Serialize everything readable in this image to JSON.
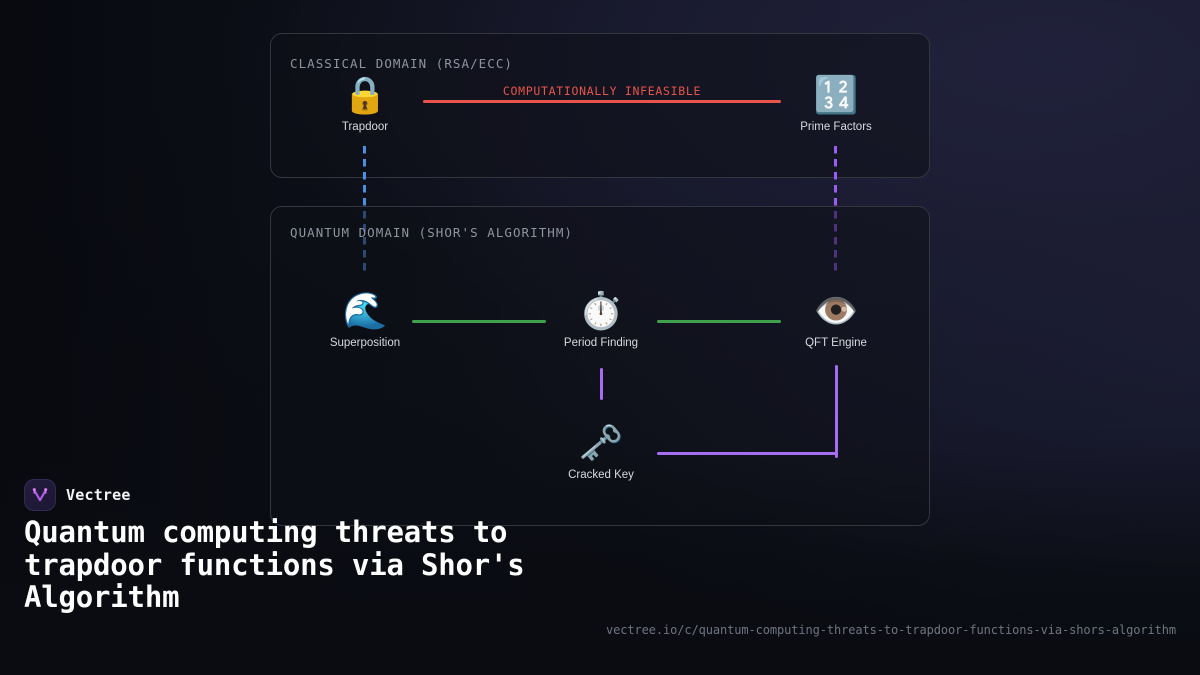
{
  "background": {
    "base_color": "#0a0c12",
    "accent_glow": "#20203a"
  },
  "diagram": {
    "panels": [
      {
        "id": "classical",
        "title": "CLASSICAL DOMAIN (RSA/ECC)",
        "nodes": [
          {
            "id": "trapdoor",
            "label": "Trapdoor",
            "icon": "lock-icon",
            "glyph": "🔒"
          },
          {
            "id": "prime-factors",
            "label": "Prime Factors",
            "icon": "input-numbers-icon",
            "glyph": "🔢"
          }
        ],
        "edges": [
          {
            "id": "infeasible",
            "label": "COMPUTATIONALLY INFEASIBLE",
            "color": "#e8544a",
            "style": "solid"
          }
        ]
      },
      {
        "id": "quantum",
        "title": "QUANTUM DOMAIN (SHOR'S ALGORITHM)",
        "nodes": [
          {
            "id": "superposition",
            "label": "Superposition",
            "icon": "water-wave-icon",
            "glyph": "🌊"
          },
          {
            "id": "period-finding",
            "label": "Period Finding",
            "icon": "stopwatch-icon",
            "glyph": "⏱️"
          },
          {
            "id": "qft-engine",
            "label": "QFT Engine",
            "icon": "eye-in-speech-bubble-icon",
            "glyph": "👁️"
          },
          {
            "id": "cracked-key",
            "label": "Cracked Key",
            "icon": "key-icon",
            "glyph": "🗝️"
          }
        ],
        "edges": [
          {
            "id": "superposition-to-period",
            "label": "",
            "color": "#3fa14c",
            "style": "solid"
          },
          {
            "id": "period-to-qft",
            "label": "",
            "color": "#3fa14c",
            "style": "solid"
          },
          {
            "id": "qft-to-cracked-key",
            "label": "",
            "color": "#a濃",
            "style": "solid"
          }
        ]
      }
    ],
    "cross_domain_links": [
      {
        "id": "trapdoor-to-superposition",
        "color": "#4a90e2",
        "style": "dashed"
      },
      {
        "id": "prime-factors-to-qft",
        "color": "#9b5cf6",
        "style": "dashed"
      }
    ],
    "colors": {
      "red": "#e8544a",
      "green": "#3fa14c",
      "purple": "#a56ef0",
      "blue": "#4a90e2",
      "violet_dashed": "#9b5cf6",
      "panel_border": "#33363f",
      "panel_title": "#8e949f",
      "node_label": "#d6d9de"
    }
  },
  "brand": {
    "name": "Vectree",
    "logo_icon": "vectree-logo-icon"
  },
  "headline": "Quantum computing threats to trapdoor functions via Shor's Algorithm",
  "footer": {
    "url": "vectree.io/c/quantum-computing-threats-to-trapdoor-functions-via-shors-algorithm"
  }
}
